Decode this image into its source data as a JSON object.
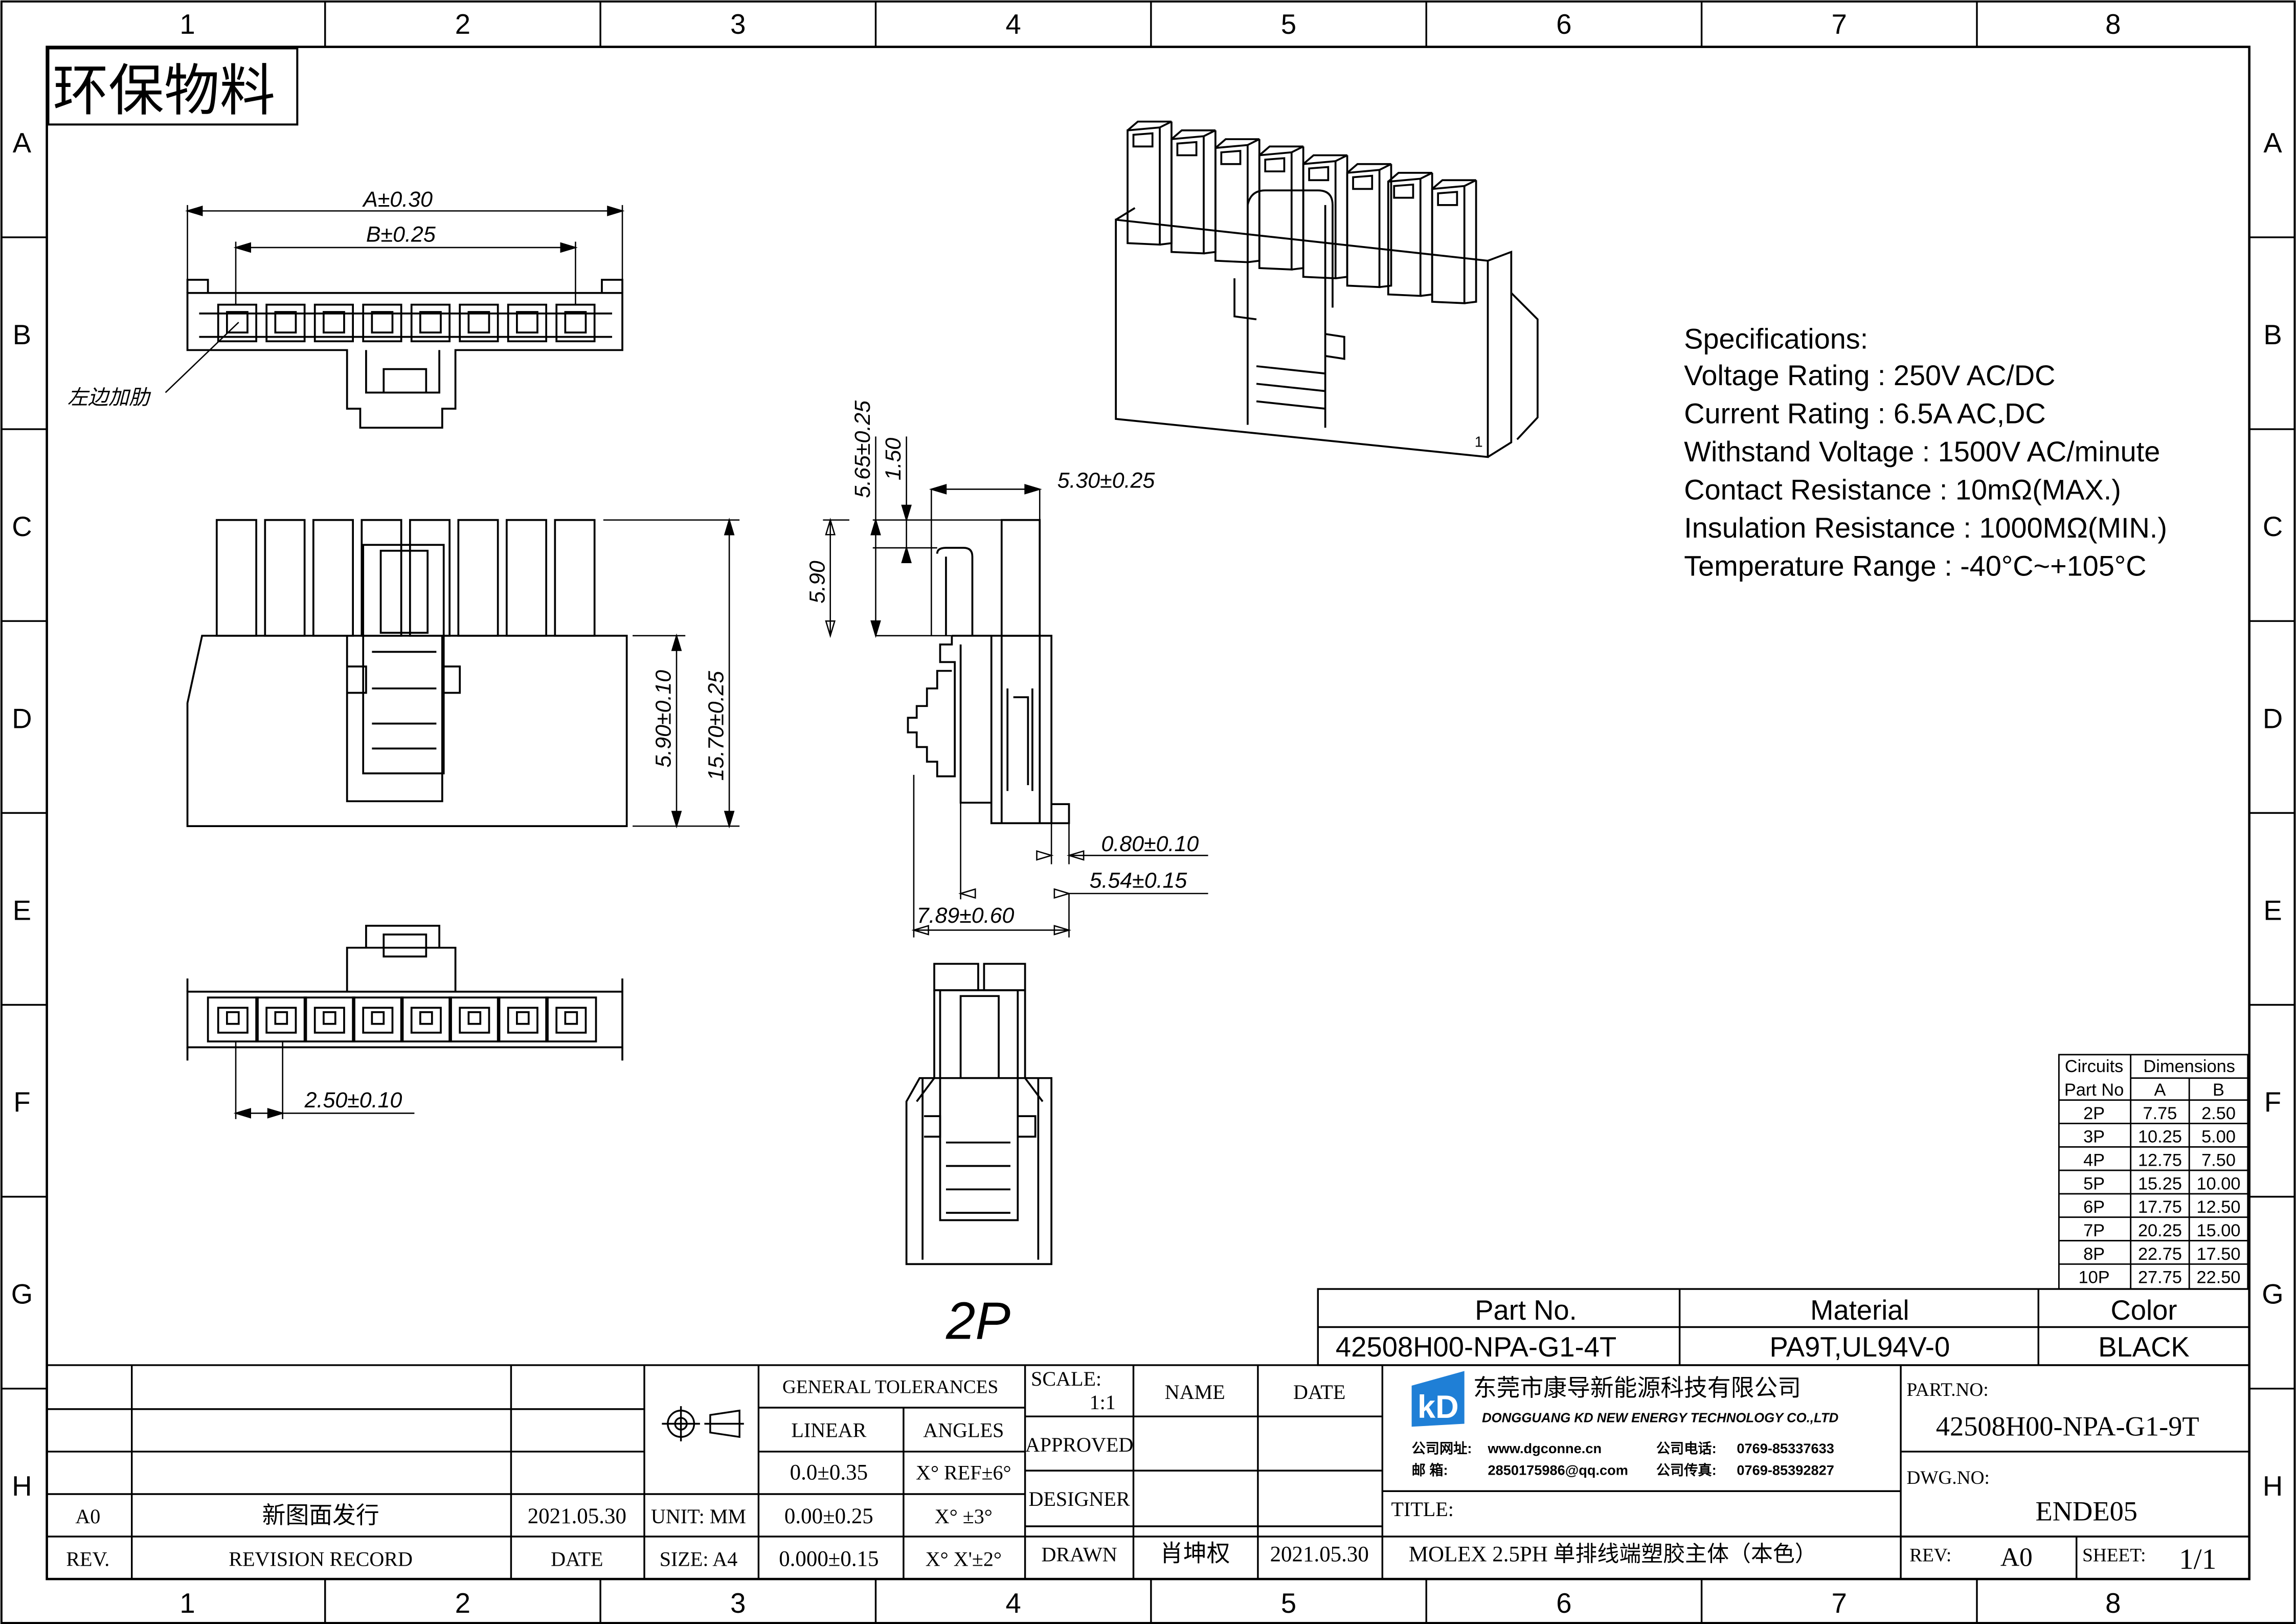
{
  "border": {
    "columns": [
      "1",
      "2",
      "3",
      "4",
      "5",
      "6",
      "7",
      "8"
    ],
    "rows": [
      "A",
      "B",
      "C",
      "D",
      "E",
      "F",
      "G",
      "H"
    ]
  },
  "stamp": "环保物料",
  "dimensions": {
    "a": "A±0.30",
    "b": "B±0.25",
    "left_rib": "左边加肋",
    "side_h1": "5.90±0.10",
    "side_h2": "15.70±0.25",
    "top_565": "5.65±0.25",
    "top_150": "1.50",
    "top_590": "5.90",
    "w_530": "5.30±0.25",
    "d_080": "0.80±0.10",
    "d_554": "5.54±0.15",
    "d_789": "7.89±0.60",
    "pitch": "2.50±0.10",
    "view_2p": "2P",
    "pin1": "1"
  },
  "specs": [
    "Specifications:",
    "Voltage Rating : 250V AC/DC",
    "Current Rating : 6.5A AC,DC",
    "Withstand Voltage : 1500V AC/minute",
    "Contact Resistance : 10mΩ(MAX.)",
    "Insulation Resistance : 1000MΩ(MIN.)",
    "Temperature Range : -40°C~+105°C"
  ],
  "circuit_table": {
    "h1": "Circuits",
    "h2": "Part No",
    "h3": "Dimensions",
    "col_a": "A",
    "col_b": "B",
    "rows": [
      [
        "2P",
        "7.75",
        "2.50"
      ],
      [
        "3P",
        "10.25",
        "5.00"
      ],
      [
        "4P",
        "12.75",
        "7.50"
      ],
      [
        "5P",
        "15.25",
        "10.00"
      ],
      [
        "6P",
        "17.75",
        "12.50"
      ],
      [
        "7P",
        "20.25",
        "15.00"
      ],
      [
        "8P",
        "22.75",
        "17.50"
      ],
      [
        "10P",
        "27.75",
        "22.50"
      ]
    ]
  },
  "part_block": {
    "part_label": "Part No.",
    "material_label": "Material",
    "color_label": "Color",
    "part_value": "42508H00-NPA-G1-4T",
    "material_value": "PA9T,UL94V-0",
    "color_value": "BLACK"
  },
  "title_block": {
    "rev_value": "A0",
    "record_value": "新图面发行",
    "date_value": "2021.05.30",
    "rev_label": "REV.",
    "record_label": "REVISION RECORD",
    "date_label": "DATE",
    "unit": "UNIT: MM",
    "size": "SIZE: A4",
    "general_tolerances": "GENERAL TOLERANCES",
    "linear": "LINEAR",
    "angles": "ANGLES",
    "tol_lin": [
      "0.0±0.35",
      "0.00±0.25",
      "0.000±0.15"
    ],
    "tol_ang": [
      "X° REF±6°",
      "X° ±3°",
      "X° X'±2°"
    ],
    "scale_label": "SCALE:",
    "scale_value": "1:1",
    "name_label": "NAME",
    "date_col_label": "DATE",
    "approved": "APPROVED",
    "designer": "DESIGNER",
    "drawn": "DRAWN",
    "drawn_name": "肖坤权",
    "drawn_date": "2021.05.30",
    "company_cn": "东莞市康导新能源科技有限公司",
    "company_en": "DONGGUANG KD NEW ENERGY TECHNOLOGY CO.,LTD",
    "web_label": "公司网址:",
    "web_value": "www.dgconne.cn",
    "tel_label": "公司电话:",
    "tel_value": "0769-85337633",
    "mail_label": "邮    箱:",
    "mail_value": "2850175986@qq.com",
    "fax_label": "公司传真:",
    "fax_value": "0769-85392827",
    "title_label": "TITLE:",
    "title_value": "MOLEX 2.5PH 单排线端塑胶主体（本色）",
    "partno_label": "PART.NO:",
    "partno_value": "42508H00-NPA-G1-9T",
    "dwg_label": "DWG.NO:",
    "dwg_value": "ENDE05",
    "rev2_label": "REV:",
    "rev2_value": "A0",
    "sheet_label": "SHEET:",
    "sheet_value": "1/1"
  },
  "colors": {
    "line": "#000000",
    "logo_blue": "#1f7fd6"
  }
}
